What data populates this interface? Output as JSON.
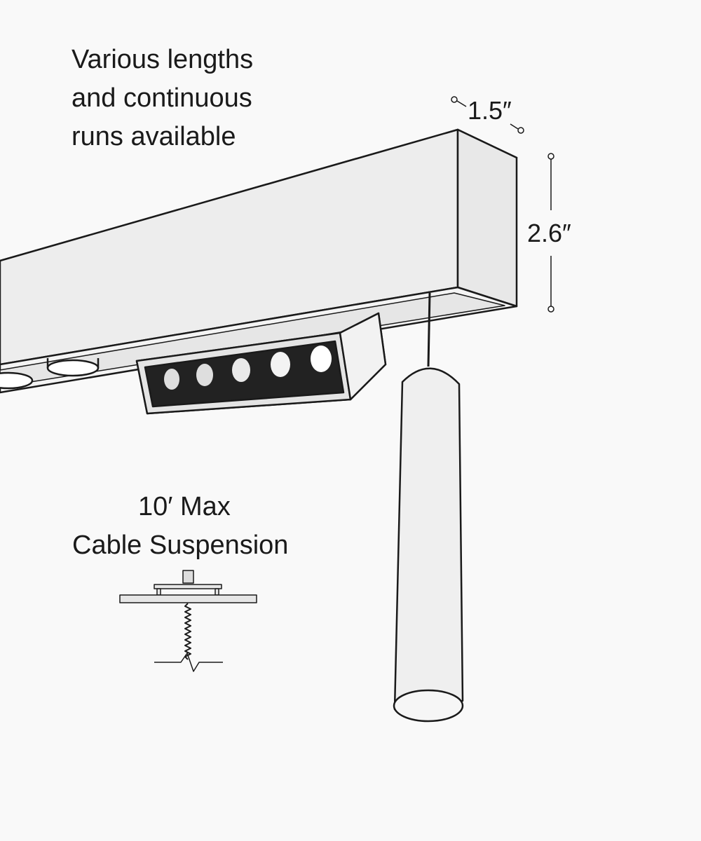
{
  "headline": {
    "line1": "Various lengths",
    "line2": "and continuous",
    "line3": "runs available"
  },
  "dimensions": {
    "width": "1.5″",
    "height": "2.6″"
  },
  "suspension": {
    "line1": "10′ Max",
    "line2": "Cable Suspension"
  },
  "colors": {
    "background": "#f9f9f9",
    "outline": "#1a1a1a",
    "surface": "#ececec"
  }
}
